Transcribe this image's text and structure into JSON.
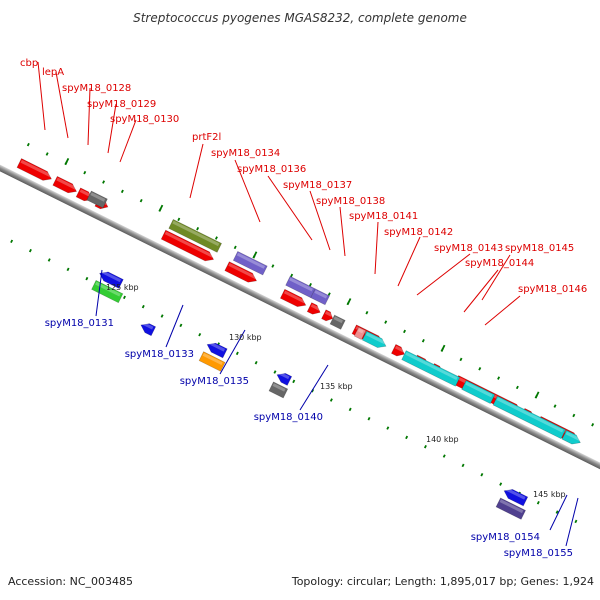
{
  "header": {
    "title": "Streptococcus pyogenes MGAS8232, complete genome"
  },
  "footer": {
    "accession": "Accession: NC_003485",
    "summary": "Topology: circular; Length: 1,895,017 bp; Genes: 1,924"
  },
  "colors": {
    "forward_label": "#dd0000",
    "reverse_label": "#0000aa",
    "backbone": "#8a8a8a",
    "tick": "#007700"
  },
  "scale_labels": [
    "125 kbp",
    "130 kbp",
    "135 kbp",
    "140 kbp",
    "145 kbp"
  ],
  "forward_genes": [
    "cbp",
    "lepA",
    "spyM18_0128",
    "spyM18_0129",
    "spyM18_0130",
    "prtF2l",
    "spyM18_0134",
    "spyM18_0136",
    "spyM18_0137",
    "spyM18_0138",
    "spyM18_0141",
    "spyM18_0142",
    "spyM18_0143",
    "spyM18_0145",
    "spyM18_0144",
    "spyM18_0146"
  ],
  "reverse_genes": [
    "spyM18_0131",
    "spyM18_0133",
    "spyM18_0135",
    "spyM18_0140",
    "spyM18_0154",
    "spyM18_0155"
  ]
}
